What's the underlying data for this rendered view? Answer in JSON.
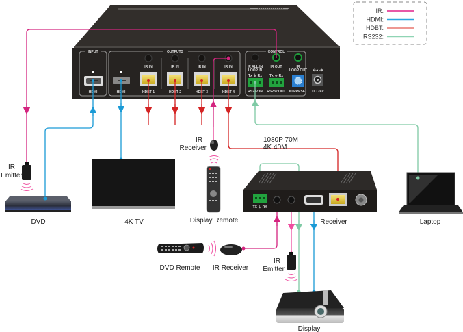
{
  "legend": {
    "items": [
      {
        "label": "IR:",
        "color": "#e0208a"
      },
      {
        "label": "HDMI:",
        "color": "#2aa6e0"
      },
      {
        "label": "HDBT:",
        "color": "#e8776f"
      },
      {
        "label": "RS232:",
        "color": "#8fd4b4"
      }
    ]
  },
  "colors": {
    "ir": "#d4247f",
    "ir_light": "#ef7fb8",
    "hdmi": "#1a9ad6",
    "hdbt": "#d42424",
    "rs232": "#7fcaa5",
    "device_dark": "#2d2a28"
  },
  "transmitter": {
    "panel_labels": {
      "input": "INPUT",
      "outputs": "OUTPUTS",
      "control": "CONTROL"
    },
    "ports": {
      "hdmi_in": "HDMI",
      "hdmi_out": "HDMI",
      "hdbt1": "HDBT 1",
      "hdbt2": "HDBT 2",
      "hdbt3": "HDBT 3",
      "hdbt4": "HDBT 4",
      "ir_in": "IR IN",
      "ir_all_in": "IR ALL IN",
      "loop_in": "LOOP IN",
      "ir_out": "IR OUT",
      "ir_loop_out_1": "IR",
      "ir_loop_out_2": "LOOP OUT",
      "rs232_in": "RS232 IN",
      "rs232_out": "RS232 OUT",
      "id_preset": "ID PRESET",
      "dc": "DC 24V",
      "txrx": "Tx ⏚ Rx"
    }
  },
  "receiver": {
    "label": "Receiver",
    "txrx": "TX ⏚ RX"
  },
  "devices": {
    "dvd": "DVD",
    "tv": "4K TV",
    "display_remote": "Display Remote",
    "ir_receiver_top_1": "IR",
    "ir_receiver_top_2": "Receiver",
    "ir_emitter_left_1": "IR",
    "ir_emitter_left_2": "Emitter",
    "dvd_remote": "DVD Remote",
    "ir_receiver_bottom": "IR Receiver",
    "ir_emitter_bottom_1": "IR",
    "ir_emitter_bottom_2": "Emitter",
    "display": "Display",
    "laptop": "Laptop"
  },
  "distance_note": {
    "line1": "1080P 70M",
    "line2": "4K 40M"
  }
}
